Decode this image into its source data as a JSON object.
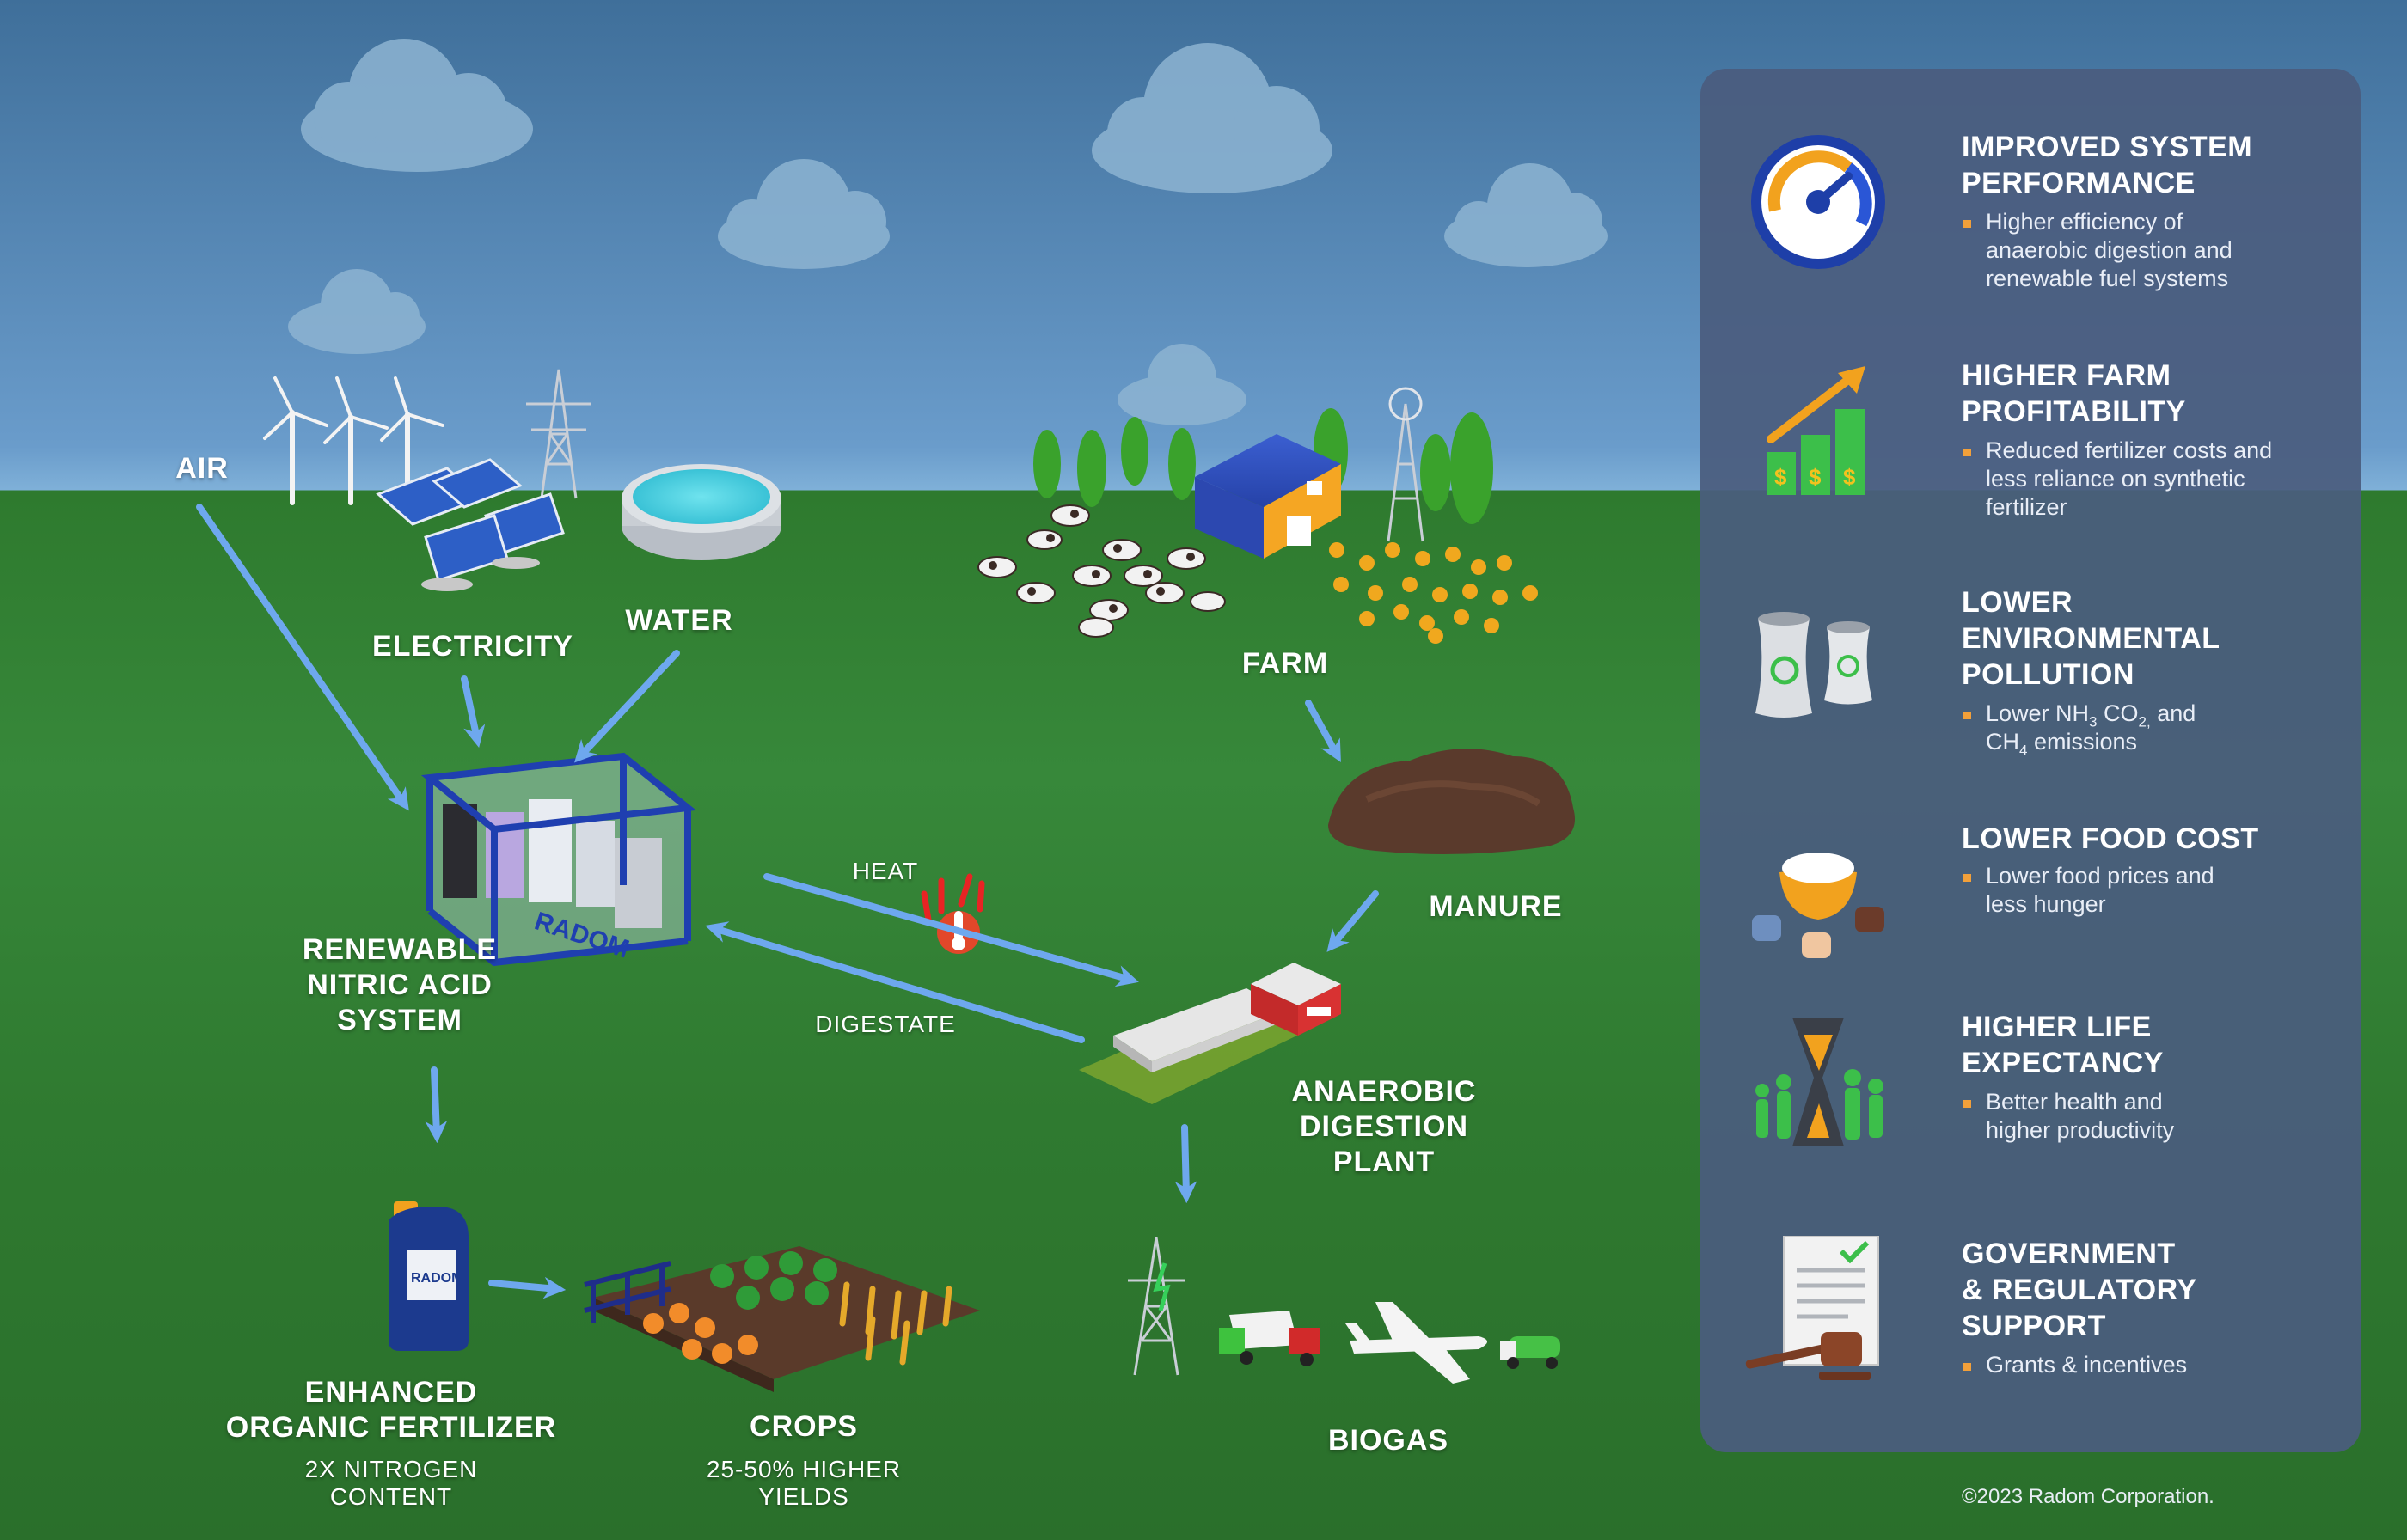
{
  "inputs": {
    "air": "AIR",
    "electricity": "ELECTRICITY",
    "water": "WATER",
    "farm": "FARM",
    "manure": "MANURE"
  },
  "systems": {
    "nitric_line1": "RENEWABLE",
    "nitric_line2": "NITRIC ACID",
    "nitric_line3": "SYSTEM",
    "container_brand": "RADOM",
    "jug_brand": "RADOM",
    "digestion_line1": "ANAEROBIC",
    "digestion_line2": "DIGESTION",
    "digestion_line3": "PLANT"
  },
  "flows": {
    "heat": "HEAT",
    "digestate": "DIGESTATE"
  },
  "outputs": {
    "fertilizer_line1": "ENHANCED",
    "fertilizer_line2": "ORGANIC FERTILIZER",
    "fertilizer_sub1": "2X NITROGEN",
    "fertilizer_sub2": "CONTENT",
    "crops": "CROPS",
    "crops_sub1": "25-50% HIGHER",
    "crops_sub2": "YIELDS",
    "biogas": "BIOGAS"
  },
  "benefits": [
    {
      "icon": "speedometer-icon",
      "title_line1": "IMPROVED SYSTEM",
      "title_line2": "PERFORMANCE",
      "desc_line1": "Higher efficiency of",
      "desc_line2": "anaerobic digestion and",
      "desc_line3": "renewable fuel systems"
    },
    {
      "icon": "profit-chart-icon",
      "title_line1": "HIGHER FARM",
      "title_line2": "PROFITABILITY",
      "desc_line1": "Reduced fertilizer costs and",
      "desc_line2": "less reliance on synthetic",
      "desc_line3": "fertilizer"
    },
    {
      "icon": "cooling-towers-icon",
      "title_line1": "LOWER",
      "title_line2": "ENVIRONMENTAL",
      "title_line3": "POLLUTION",
      "desc_a": "Lower NH",
      "desc_a_sub": "3",
      "desc_b": " CO",
      "desc_b_sub": "2,",
      "desc_c": " and",
      "desc_d": "CH",
      "desc_d_sub": "4",
      "desc_e": " emissions"
    },
    {
      "icon": "rice-bowl-hands-icon",
      "title_line1": "LOWER FOOD COST",
      "desc_line1": "Lower food prices and",
      "desc_line2": "less hunger"
    },
    {
      "icon": "hourglass-people-icon",
      "title_line1": "HIGHER LIFE",
      "title_line2": "EXPECTANCY",
      "desc_line1": "Better health and",
      "desc_line2": "higher productivity"
    },
    {
      "icon": "document-gavel-icon",
      "title_line1": "GOVERNMENT",
      "title_line2": "& REGULATORY",
      "title_line3": "SUPPORT",
      "desc_line1": "Grants & incentives"
    }
  ],
  "copyright": "©2023 Radom Corporation.",
  "colors": {
    "arrow": "#6ea8ee",
    "panel": "#4a5c7e",
    "bullet": "#f2a03a",
    "grass": "#37883a",
    "sky": "#6a9ccb"
  }
}
